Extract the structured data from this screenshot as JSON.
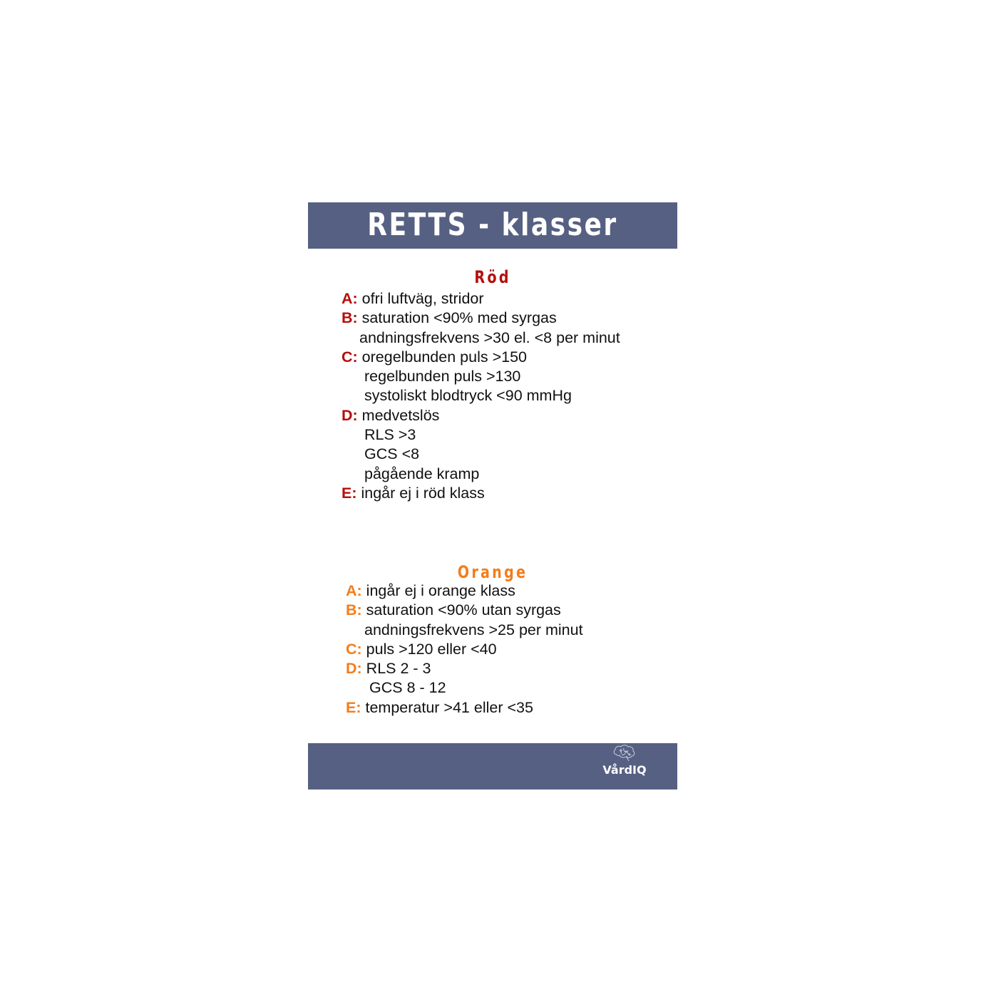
{
  "header": {
    "title": "RETTS - klasser"
  },
  "sections": {
    "red": {
      "title": "Röd",
      "color": "#b40e0e",
      "rows": [
        {
          "key": "A:",
          "text": "ofri luftväg, stridor",
          "indent": 0
        },
        {
          "key": "B:",
          "text": "saturation <90% med syrgas",
          "indent": 0
        },
        {
          "key": "",
          "text": "andningsfrekvens >30 el. <8 per minut",
          "indent": 25
        },
        {
          "key": "C:",
          "text": "oregelbunden puls >150",
          "indent": 0
        },
        {
          "key": "",
          "text": "regelbunden puls >130",
          "indent": 32
        },
        {
          "key": "",
          "text": "systoliskt blodtryck <90 mmHg",
          "indent": 32
        },
        {
          "key": "D:",
          "text": "medvetslös",
          "indent": 0
        },
        {
          "key": "",
          "text": "RLS >3",
          "indent": 32
        },
        {
          "key": "",
          "text": "GCS <8",
          "indent": 32
        },
        {
          "key": "",
          "text": "pågående kramp",
          "indent": 32
        },
        {
          "key": "E:",
          "text": "ingår ej i röd klass",
          "indent": 0
        }
      ]
    },
    "orange": {
      "title": "Orange",
      "color": "#f47d1a",
      "rows": [
        {
          "key": "A:",
          "text": "ingår ej i orange klass",
          "indent": 0
        },
        {
          "key": "B:",
          "text": "saturation <90% utan syrgas",
          "indent": 0
        },
        {
          "key": "",
          "text": "andningsfrekvens >25 per minut",
          "indent": 26
        },
        {
          "key": "C:",
          "text": "puls >120 eller <40",
          "indent": 0
        },
        {
          "key": "D:",
          "text": "RLS 2 - 3",
          "indent": 0
        },
        {
          "key": "",
          "text": "GCS 8 - 12",
          "indent": 33
        },
        {
          "key": "E:",
          "text": "temperatur >41 eller <35",
          "indent": 0
        }
      ]
    }
  },
  "footer": {
    "logo_text": "VårdIQ",
    "logo_icon": "brain-icon"
  },
  "colors": {
    "band": "#566082",
    "red": "#b40e0e",
    "orange": "#f47d1a"
  }
}
